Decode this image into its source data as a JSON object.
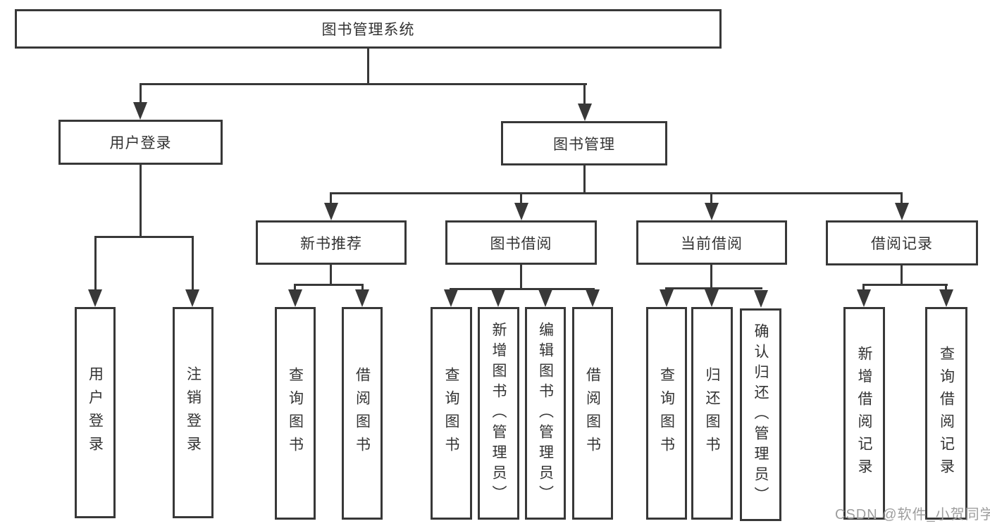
{
  "tree": {
    "root": {
      "label": "图书管理系统",
      "children": [
        {
          "label": "用户登录",
          "children": [
            {
              "label": "用户登录"
            },
            {
              "label": "注销登录"
            }
          ]
        },
        {
          "label": "图书管理",
          "children": [
            {
              "label": "新书推荐",
              "children": [
                {
                  "label": "查询图书"
                },
                {
                  "label": "借阅图书"
                }
              ]
            },
            {
              "label": "图书借阅",
              "children": [
                {
                  "label": "查询图书"
                },
                {
                  "label": "新增图书（管理员）"
                },
                {
                  "label": "编辑图书（管理员）"
                },
                {
                  "label": "借阅图书"
                }
              ]
            },
            {
              "label": "当前借阅",
              "children": [
                {
                  "label": "查询图书"
                },
                {
                  "label": "归还图书"
                },
                {
                  "label": "确认归还（管理员）"
                }
              ]
            },
            {
              "label": "借阅记录",
              "children": [
                {
                  "label": "新增借阅记录"
                },
                {
                  "label": "查询借阅记录"
                }
              ]
            }
          ]
        }
      ]
    }
  },
  "watermark": {
    "text": "CSDN @软件_小贺同学"
  },
  "colors": {
    "node_border": "#383838",
    "connector": "#383838",
    "node_text": "#333333",
    "watermark_text": "#9e9e9e",
    "background": "#ffffff"
  }
}
